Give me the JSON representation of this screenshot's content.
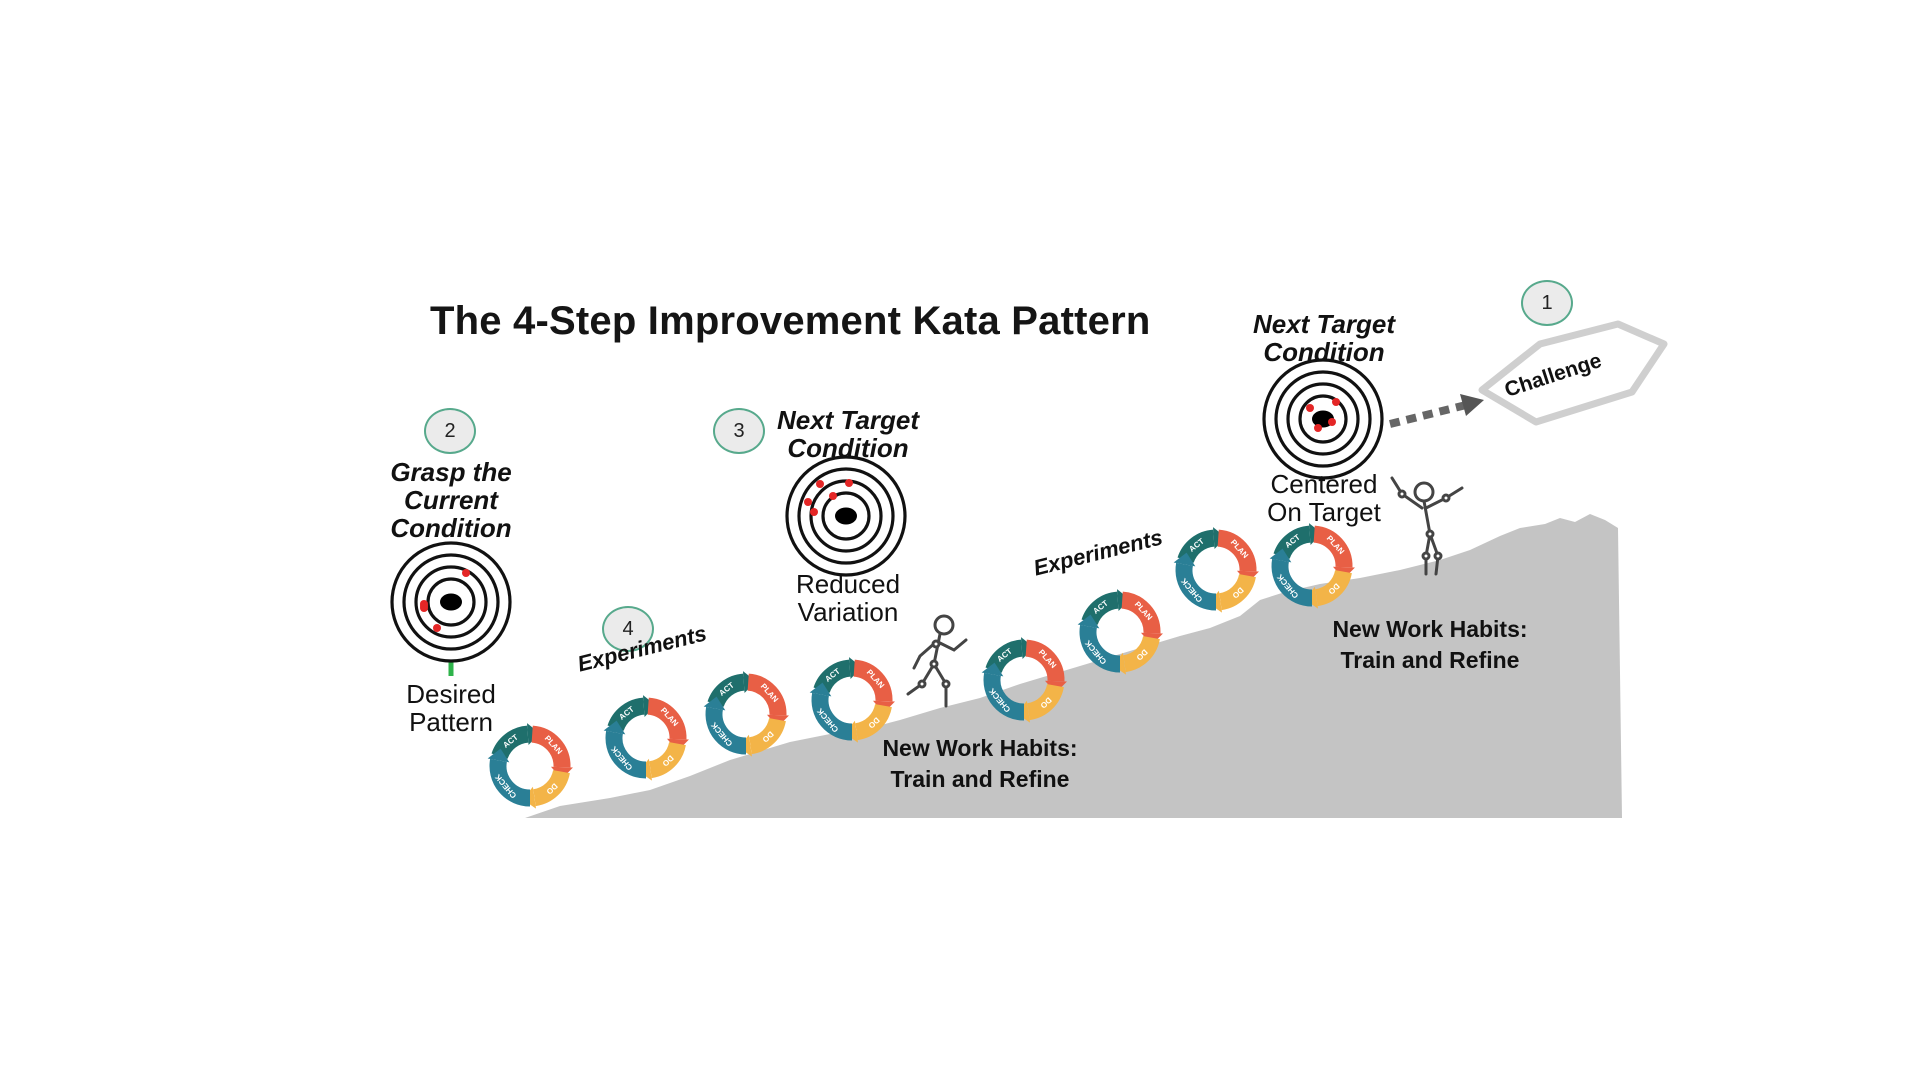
{
  "title": "The 4-Step Improvement Kata Pattern",
  "steps": {
    "one": "1",
    "two": "2",
    "three": "3",
    "four": "4"
  },
  "challenge_label": "Challenge",
  "grasp_label": {
    "line1": "Grasp the",
    "line2": "Current",
    "line3": "Condition"
  },
  "desired_pattern": {
    "line1": "Desired",
    "line2": "Pattern"
  },
  "next_target_mid": {
    "line1": "Next Target",
    "line2": "Condition"
  },
  "reduced_variation": {
    "line1": "Reduced",
    "line2": "Variation"
  },
  "next_target_top": {
    "line1": "Next Target",
    "line2": "Condition"
  },
  "centered_on_target": {
    "line1": "Centered",
    "line2": "On Target"
  },
  "experiments_1": "Experiments",
  "experiments_2": "Experiments",
  "habits_1": {
    "line1": "New Work Habits:",
    "line2": "Train and Refine"
  },
  "habits_2": {
    "line1": "New Work Habits:",
    "line2": "Train and Refine"
  },
  "pdca": {
    "act": "ACT",
    "plan": "PLAN",
    "do": "DO",
    "check": "CHECK"
  },
  "colors": {
    "act": "#1f6f6c",
    "plan": "#e85f45",
    "do": "#f3b448",
    "check": "#2a7f96",
    "hill": "#c4c4c4",
    "step_border": "#57a98c",
    "up_arrow": "#2eb34a",
    "dot": "#e42626",
    "dashed_arrow": "#666666"
  },
  "icons": [
    "target-icon",
    "pdca-cycle-icon",
    "stick-figure-icon",
    "dashed-arrow-icon",
    "up-arrow-icon"
  ]
}
